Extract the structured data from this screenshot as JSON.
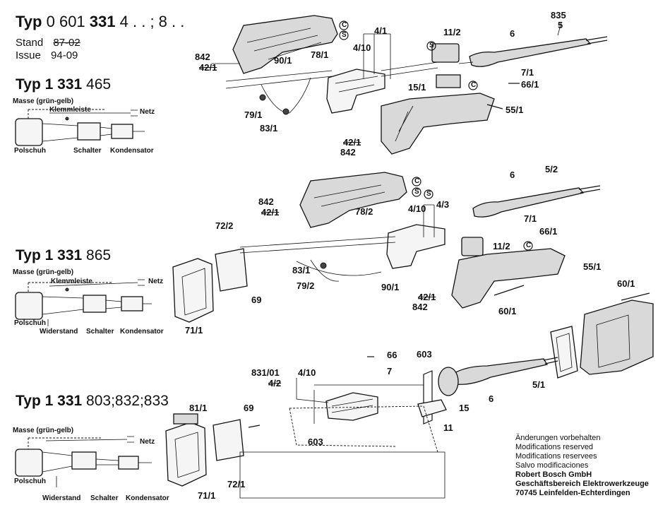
{
  "header": {
    "typ_word": "Typ",
    "typ_number_pre": "0 601",
    "typ_number_bold": "331",
    "typ_number_suffix": "4 . . ; 8 . .",
    "stand_label": "Stand",
    "stand_value": "87-02",
    "issue_label": "Issue",
    "issue_value": "94-09"
  },
  "sections": [
    {
      "typ_word": "Typ",
      "number": "1 331",
      "variant": "465",
      "wiring": {
        "masse": "Masse (grün-gelb)",
        "klemmleiste": "Klemmleiste",
        "netz": "Netz",
        "polschuh": "Polschuh",
        "schalter": "Schalter",
        "kondensator": "Kondensator"
      }
    },
    {
      "typ_word": "Typ",
      "number": "1 331",
      "variant": "865",
      "wiring": {
        "masse": "Masse (grün-gelb)",
        "klemmleiste": "Klemmleiste",
        "netz": "Netz",
        "polschuh": "Polschuh",
        "widerstand": "Widerstand",
        "schalter": "Schalter",
        "kondensator": "Kondensator"
      }
    },
    {
      "typ_word": "Typ",
      "number": "1 331",
      "variant": "803;832;833",
      "wiring": {
        "masse": "Masse (grün-gelb)",
        "netz": "Netz",
        "polschuh": "Polschuh",
        "widerstand": "Widerstand",
        "schalter": "Schalter",
        "kondensator": "Kondensator"
      }
    }
  ],
  "labels": {
    "top": {
      "l835": "835",
      "l5": "5",
      "l4_1": "4/1",
      "l11_2": "11/2",
      "l6": "6",
      "l842a": "842",
      "l42_1a": "42/1",
      "l90_1": "90/1",
      "l78_1": "78/1",
      "l4_10": "4/10",
      "l7_1": "7/1",
      "l66_1": "66/1",
      "l15_1": "15/1",
      "l55_1": "55/1",
      "l79_1": "79/1",
      "l83_1": "83/1",
      "l42_1b": "42/1",
      "l842b": "842"
    },
    "middle": {
      "l6": "6",
      "l5_2": "5/2",
      "l842a": "842",
      "l42_1a": "42/1",
      "l78_2": "78/2",
      "l4_10": "4/10",
      "l4_3": "4/3",
      "l7_1": "7/1",
      "l66_1": "66/1",
      "l72_2": "72/2",
      "l11_2": "11/2",
      "l83_1": "83/1",
      "l79_2": "79/2",
      "l90_1": "90/1",
      "l55_1": "55/1",
      "l69": "69",
      "l42_1b": "42/1",
      "l842b": "842",
      "l60_1a": "60/1",
      "l60_1b": "60/1",
      "l71_1": "71/1"
    },
    "bottom": {
      "l66": "66",
      "l603a": "603",
      "l831_01": "831/01",
      "l4_10": "4/10",
      "l4_2": "4/2",
      "l7": "7",
      "l5_1": "5/1",
      "l6": "6",
      "l15": "15",
      "l11": "11",
      "l81_1": "81/1",
      "l69": "69",
      "l603b": "603",
      "l72_1": "72/1",
      "l71_1": "71/1"
    },
    "circle_s": "S",
    "circle_c": "C"
  },
  "footer": {
    "line1": "Änderungen vorbehalten",
    "line2": "Modifications reserved",
    "line3": "Modifications reservees",
    "line4": "Salvo modificaciones",
    "company": "Robert Bosch GmbH",
    "division": "Geschäftsbereich Elektrowerkzeuge",
    "address": "70745 Leinfelden-Echterdingen"
  }
}
